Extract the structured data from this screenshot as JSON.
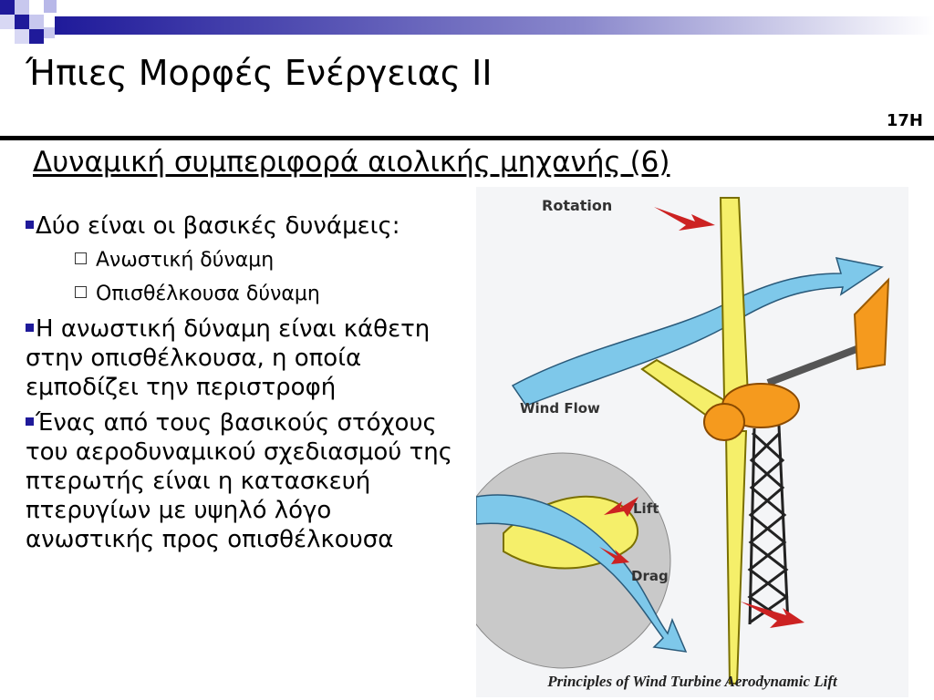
{
  "header": {
    "title": "Ήπιες Μορφές Ενέργειας ΙΙ",
    "slide_number": "17Η"
  },
  "subtitle": "Δυναμική συμπεριφορά αιολικής μηχανής (6)",
  "bullets": [
    {
      "text": "Δύο είναι οι βασικές δυνάμεις:"
    },
    {
      "text": "Ανωστική δύναμη"
    },
    {
      "text": "Οπισθέλκουσα δύναμη"
    },
    {
      "text": "Η ανωστική δύναμη είναι κάθετη στην οπισθέλκουσα, η οποία εμποδίζει την περιστροφή"
    },
    {
      "text": "Ένας από τους βασικούς στόχους του αεροδυναμικού σχεδιασμού της πτερωτής είναι η κατασκευή πτερυγίων με υψηλό λόγο ανωστικής προς οπισθέλκουσα"
    }
  ],
  "figure": {
    "labels": {
      "rotation": "Rotation",
      "wind_flow": "Wind Flow",
      "lift": "Lift",
      "drag": "Drag"
    },
    "caption": "Principles of Wind Turbine Aerodynamic Lift"
  },
  "colors": {
    "accent_square": "#1f1a9a",
    "deco_dark": "#1f1a9a",
    "deco_light": "#b8b8e8",
    "blade_yellow": "#f5ef6a",
    "nacelle_orange": "#f59a1e",
    "wind_blue": "#7ec8ea",
    "arrow_red": "#cc2222"
  }
}
